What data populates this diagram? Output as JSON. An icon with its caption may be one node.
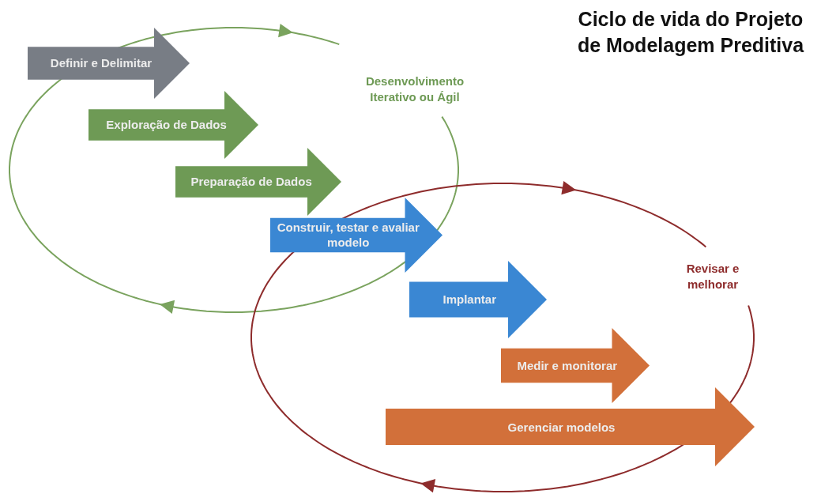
{
  "diagram": {
    "title": "Ciclo de vida do Projeto de Modelagem Preditiva",
    "nodes": [
      {
        "text": [
          "Definir e Delimitar"
        ]
      },
      {
        "text": [
          "Exploração de Dados"
        ]
      },
      {
        "text": [
          "Preparação de Dados"
        ]
      },
      {
        "text": [
          "Construir, testar e avaliar modelo"
        ]
      },
      {
        "text": [
          "Implantar"
        ]
      },
      {
        "text": [
          "Medir e monitorar"
        ]
      },
      {
        "text": [
          "Gerenciar modelos"
        ]
      }
    ],
    "labels": [
      "Desenvolvimento Iterativo ou Ágil",
      "Revisar e melhorar"
    ]
  }
}
